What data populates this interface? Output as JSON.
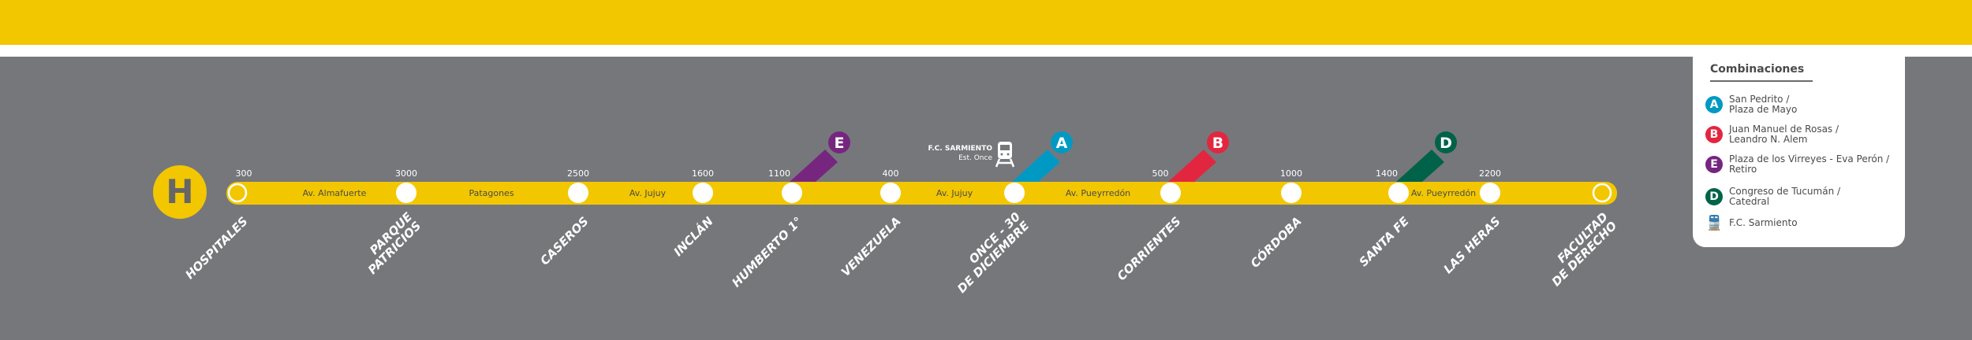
{
  "line": {
    "letter": "H",
    "color": "#f2c700"
  },
  "colors": {
    "background": "#76777b",
    "A": "#0099c4",
    "B": "#e3263f",
    "E": "#76267f",
    "D": "#006349"
  },
  "stations": [
    {
      "name": [
        "HOSPITALES"
      ],
      "number": "300",
      "terminal": true
    },
    {
      "name": [
        "PARQUE",
        "PATRICIOS"
      ],
      "number": "3000"
    },
    {
      "name": [
        "CASEROS"
      ],
      "number": "2500"
    },
    {
      "name": [
        "INCLÁN"
      ],
      "number": "1600"
    },
    {
      "name": [
        "HUMBERTO 1°"
      ],
      "number": "1100",
      "transfer": "E"
    },
    {
      "name": [
        "VENEZUELA"
      ],
      "number": "400"
    },
    {
      "name": [
        "ONCE - 30",
        "DE DICIEMBRE"
      ],
      "number": "",
      "transfer": "A"
    },
    {
      "name": [
        "CORRIENTES"
      ],
      "number": "500",
      "transfer": "B"
    },
    {
      "name": [
        "CÓRDOBA"
      ],
      "number": "1000"
    },
    {
      "name": [
        "SANTA FE"
      ],
      "number": "1400",
      "transfer": "D"
    },
    {
      "name": [
        "LAS HERAS"
      ],
      "number": "2200"
    },
    {
      "name": [
        "FACULTAD",
        "DE DERECHO"
      ],
      "number": "",
      "terminal": true
    }
  ],
  "streets": [
    "Av. Almafuerte",
    "Patagones",
    "Av. Jujuy",
    "Av. Jujuy",
    "Av. Pueyrredón",
    "Av. Pueyrredón"
  ],
  "train": {
    "line1": "F.C. SARMIENTO",
    "line2": "Est. Once",
    "icon": "train-icon"
  },
  "legend": {
    "title": "Combinaciones",
    "items": [
      {
        "badge": "A",
        "text1": "San Pedrito /",
        "text2": "Plaza de Mayo"
      },
      {
        "badge": "B",
        "text1": "Juan Manuel de Rosas /",
        "text2": "Leandro N. Alem"
      },
      {
        "badge": "E",
        "text1": "Plaza de los Virreyes - Eva Perón /",
        "text2": "Retiro"
      },
      {
        "badge": "D",
        "text1": "Congreso de Tucumán /",
        "text2": "Catedral"
      },
      {
        "badge": "",
        "text1": "F.C. Sarmiento",
        "text2": ""
      }
    ]
  }
}
